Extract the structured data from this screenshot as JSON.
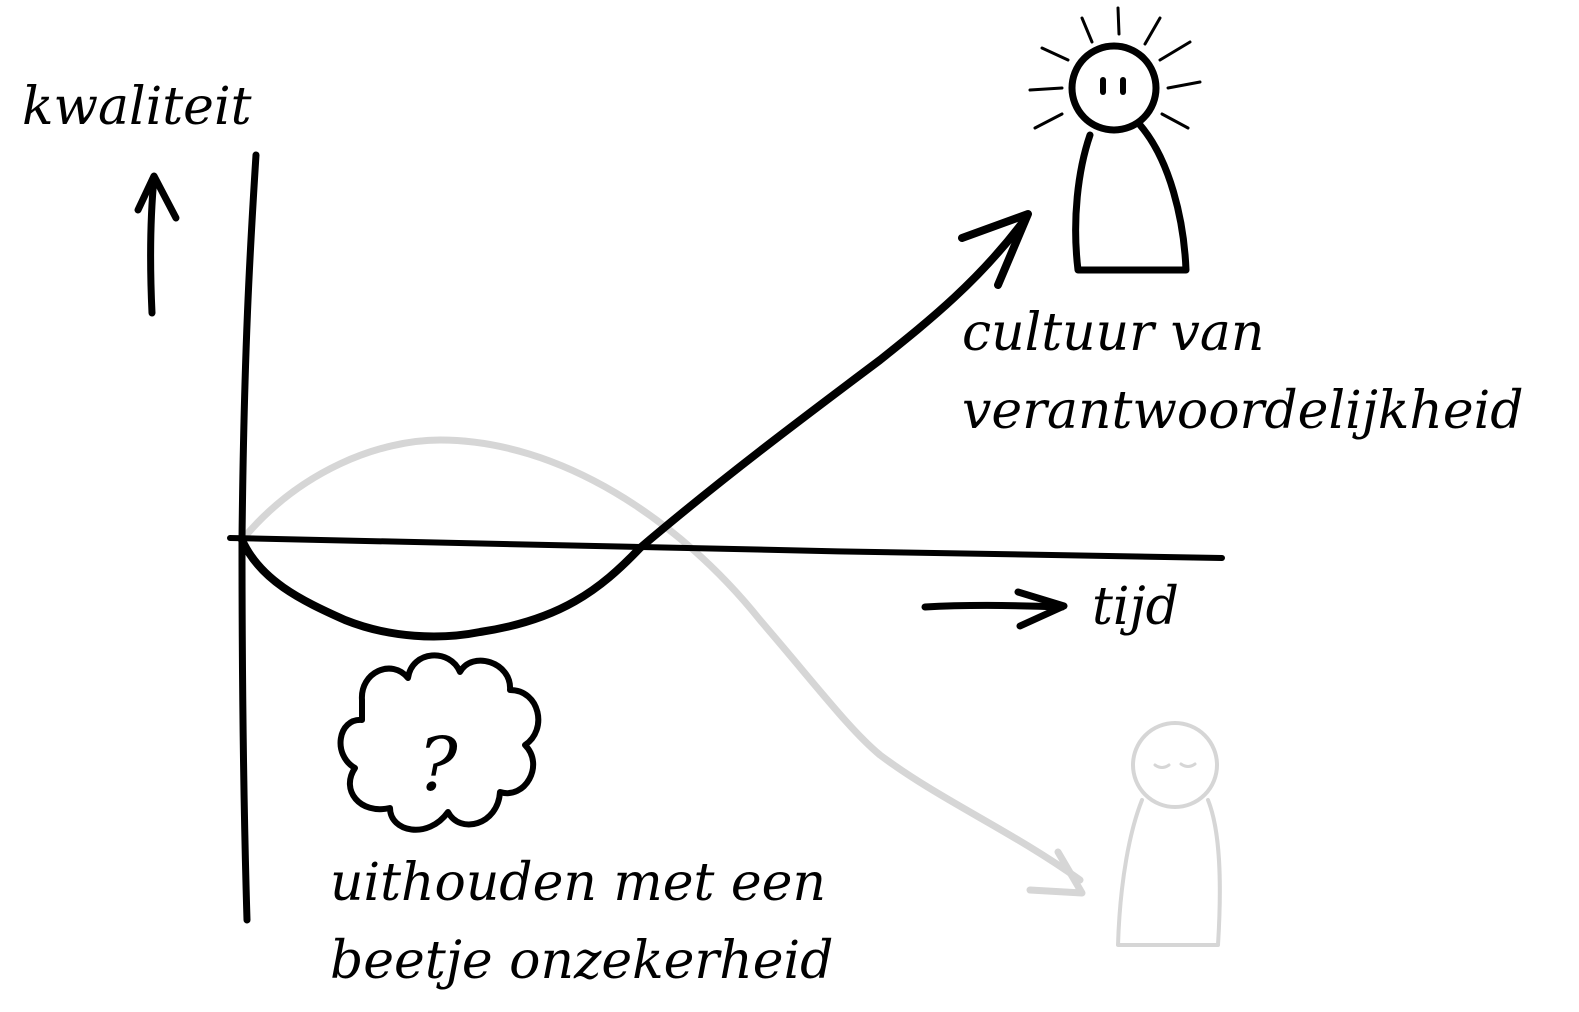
{
  "labels": {
    "y_axis": "kwaliteit",
    "x_axis": "tijd",
    "goal_line1": "cultuur van",
    "goal_line2": "verantwoordelijkheid",
    "dip_line1": "uithouden met een",
    "dip_line2": "beetje onzekerheid",
    "question_mark": "?"
  },
  "colors": {
    "ink": "#000000",
    "faded": "#d6d6d6",
    "background": "#ffffff"
  },
  "icons": {
    "happy_person": "radiant-person-icon",
    "sleepy_person": "faded-person-icon",
    "thought_cloud": "question-cloud-icon"
  }
}
